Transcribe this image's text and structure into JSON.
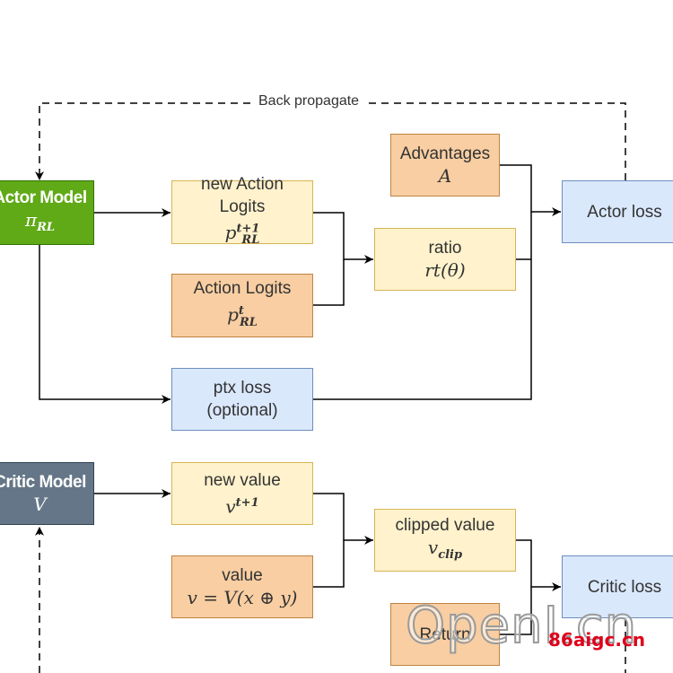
{
  "edges": {
    "back_propagate": "Back propagate"
  },
  "nodes": {
    "actor_model": {
      "title": "Actor Model",
      "math": "π",
      "sub": "RL"
    },
    "new_action_logits": {
      "line1": "new Action",
      "line2": "Logits ",
      "math": "p",
      "sup": "t+1",
      "sub": "RL"
    },
    "action_logits": {
      "line1": "Action Logits",
      "math": "p",
      "sup": "t",
      "sub": "RL"
    },
    "advantages": {
      "line1": "Advantages",
      "math": "A"
    },
    "ratio": {
      "line1": "ratio",
      "math": "rt(θ)"
    },
    "actor_loss": {
      "label": "Actor loss"
    },
    "ptx_loss": {
      "line1": "ptx loss",
      "line2": "(optional)"
    },
    "critic_model": {
      "title": "Critic Model",
      "math": "V"
    },
    "new_value": {
      "line1": "new value",
      "math": "v",
      "sup": "t+1"
    },
    "value": {
      "line1": "value",
      "math": "v = V(x ⊕ y)"
    },
    "clipped_value": {
      "line1": "clipped value",
      "math": "v",
      "sub": "clip"
    },
    "critic_loss": {
      "label": "Critic loss"
    },
    "return": {
      "label": "Return"
    }
  },
  "watermark": {
    "text": "OpenI.cn",
    "site": "86aigc.cn"
  },
  "colors": {
    "green": "#60a917",
    "slate": "#647687",
    "cream": "#fff2cc",
    "orange": "#f8cea2",
    "blue": "#dae8fc"
  }
}
